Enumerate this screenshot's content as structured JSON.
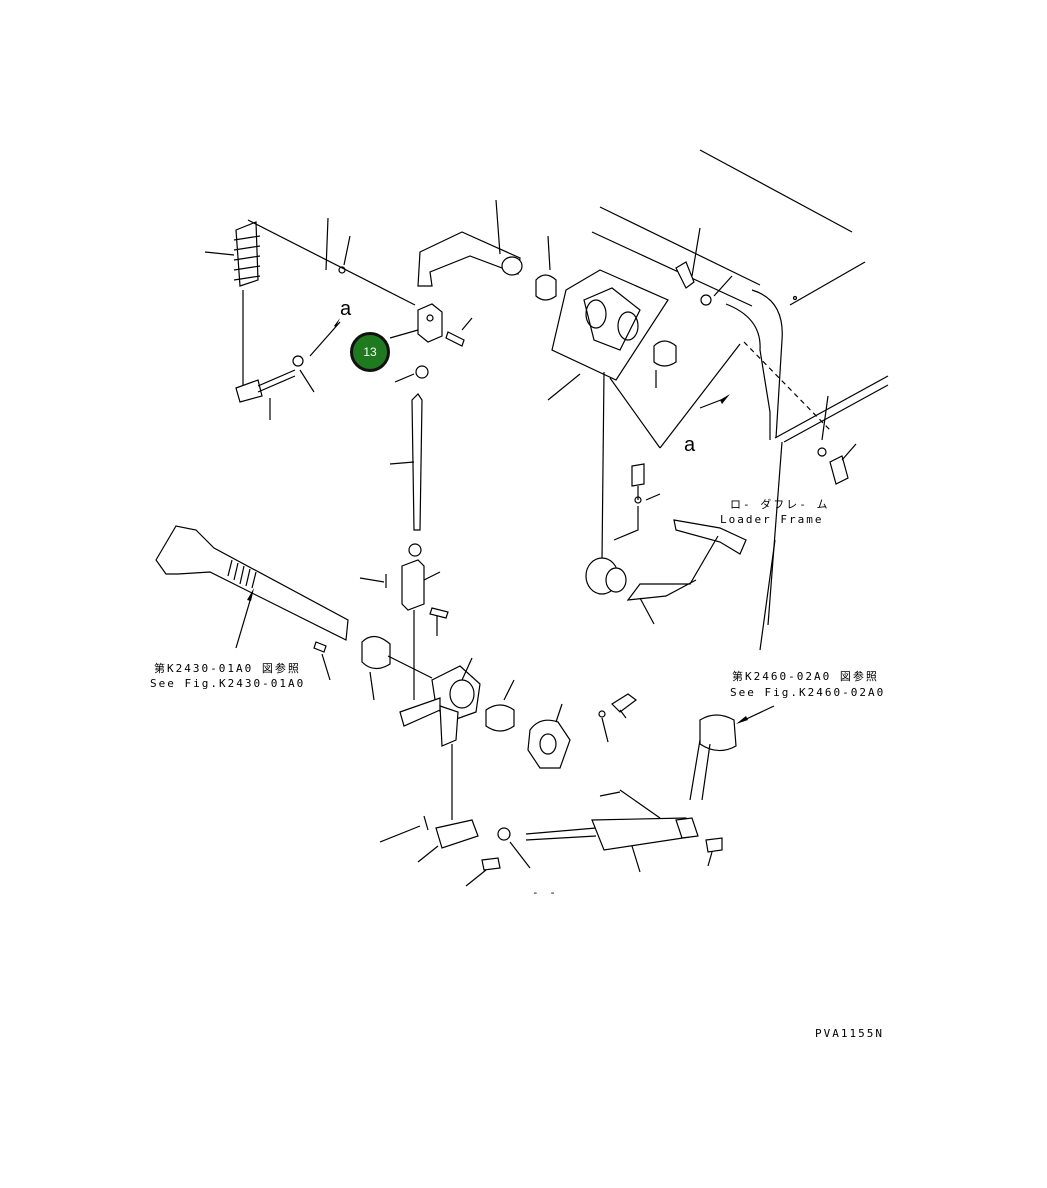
{
  "callout": {
    "number": "13",
    "color": "#1f7a1f"
  },
  "view_marker_top": "a",
  "view_marker_mid": "a",
  "loader_frame": {
    "jp": "ロ- ダフレ- ム",
    "en": "Loader Frame"
  },
  "ref_left": {
    "jp": "第K2430-01A0 図参照",
    "en": "See Fig.K2430-01A0"
  },
  "ref_right": {
    "jp": "第K2460-02A0 図参照",
    "en": "See Fig.K2460-02A0"
  },
  "drawing_no": "PVA1155N",
  "bottom_mark": "- -"
}
